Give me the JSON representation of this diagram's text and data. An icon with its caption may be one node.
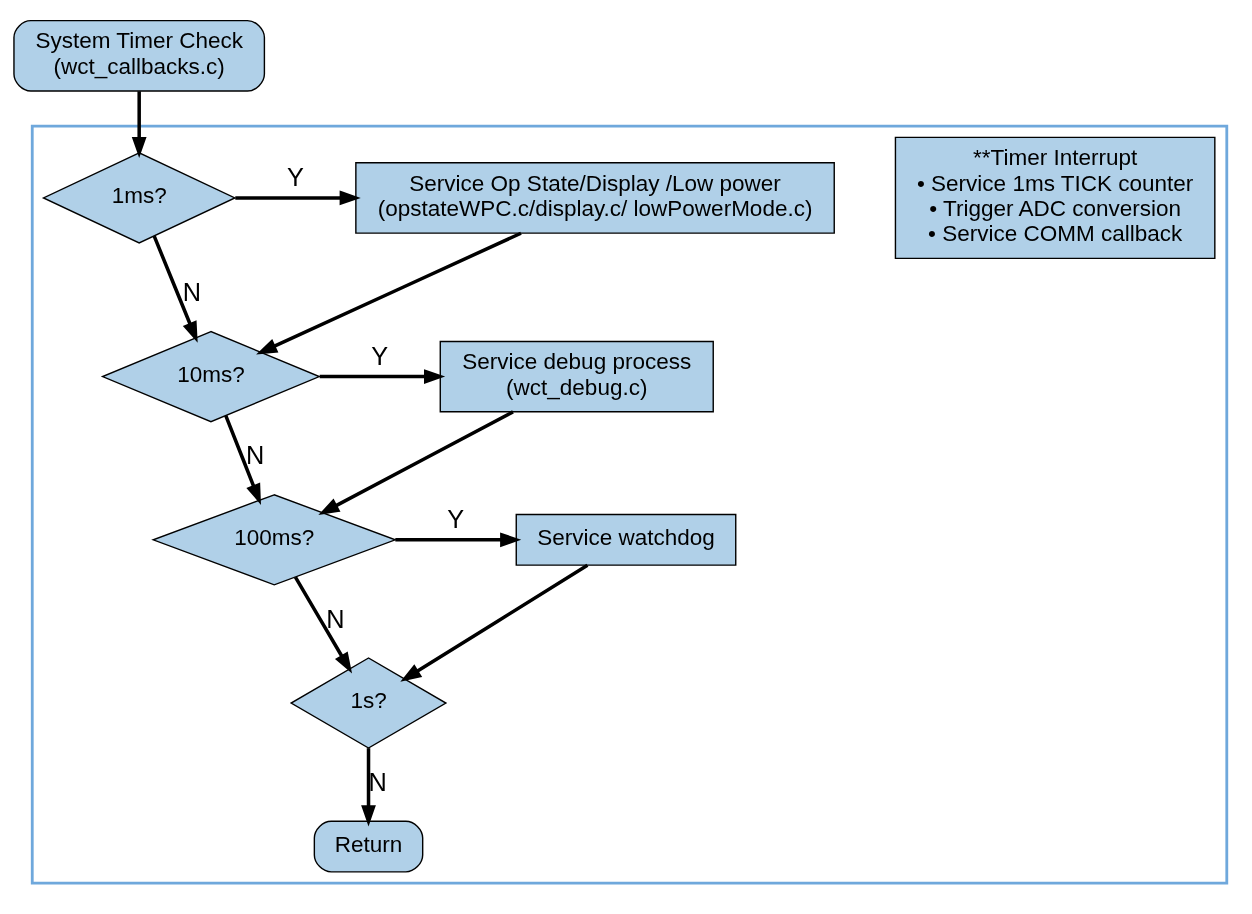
{
  "diagram": {
    "nodes": [
      {
        "text": [
          "System Timer Check",
          "(wct_callbacks.c)"
        ]
      },
      {
        "text": [],
        "shape": "box"
      },
      {
        "text": [
          "**Timer Interrupt",
          "• Service 1ms TICK counter",
          "• Trigger ADC conversion",
          "• Service COMM callback"
        ],
        "in": 1
      },
      {
        "text": [
          "1ms?"
        ],
        "in": 1
      },
      {
        "text": [
          "Service Op State/Display /Low power",
          "(opstateWPC.c/display.c/ lowPowerMode.c)"
        ],
        "in": 1
      },
      {
        "text": [
          "10ms?"
        ],
        "in": 1
      },
      {
        "text": [
          "Service debug process",
          "(wct_debug.c)"
        ],
        "in": 1
      },
      {
        "text": [
          "100ms?"
        ],
        "in": 1
      },
      {
        "text": [
          "Service watchdog"
        ],
        "in": 1
      },
      {
        "text": [
          "1s?"
        ],
        "in": 1
      },
      {
        "text": [
          "Return"
        ],
        "in": 1
      }
    ],
    "edges": [
      {
        "from": 0,
        "to": 3,
        "arrow": "to"
      },
      {
        "from": 3,
        "to": 4,
        "arrow": "to",
        "label": "Y"
      },
      {
        "from": 3,
        "to": 5,
        "arrow": "to",
        "label": "N"
      },
      {
        "from": 4,
        "to": 5,
        "arrow": "to"
      },
      {
        "from": 5,
        "to": 6,
        "arrow": "to",
        "label": "Y"
      },
      {
        "from": 5,
        "to": 7,
        "arrow": "to",
        "label": "N"
      },
      {
        "from": 6,
        "to": 7,
        "arrow": "to"
      },
      {
        "from": 7,
        "to": 8,
        "arrow": "to",
        "label": "Y"
      },
      {
        "from": 7,
        "to": 9,
        "arrow": "to",
        "label": "N"
      },
      {
        "from": 8,
        "to": 9,
        "arrow": "to"
      },
      {
        "from": 9,
        "to": 10,
        "arrow": "to",
        "label": "N"
      }
    ]
  }
}
